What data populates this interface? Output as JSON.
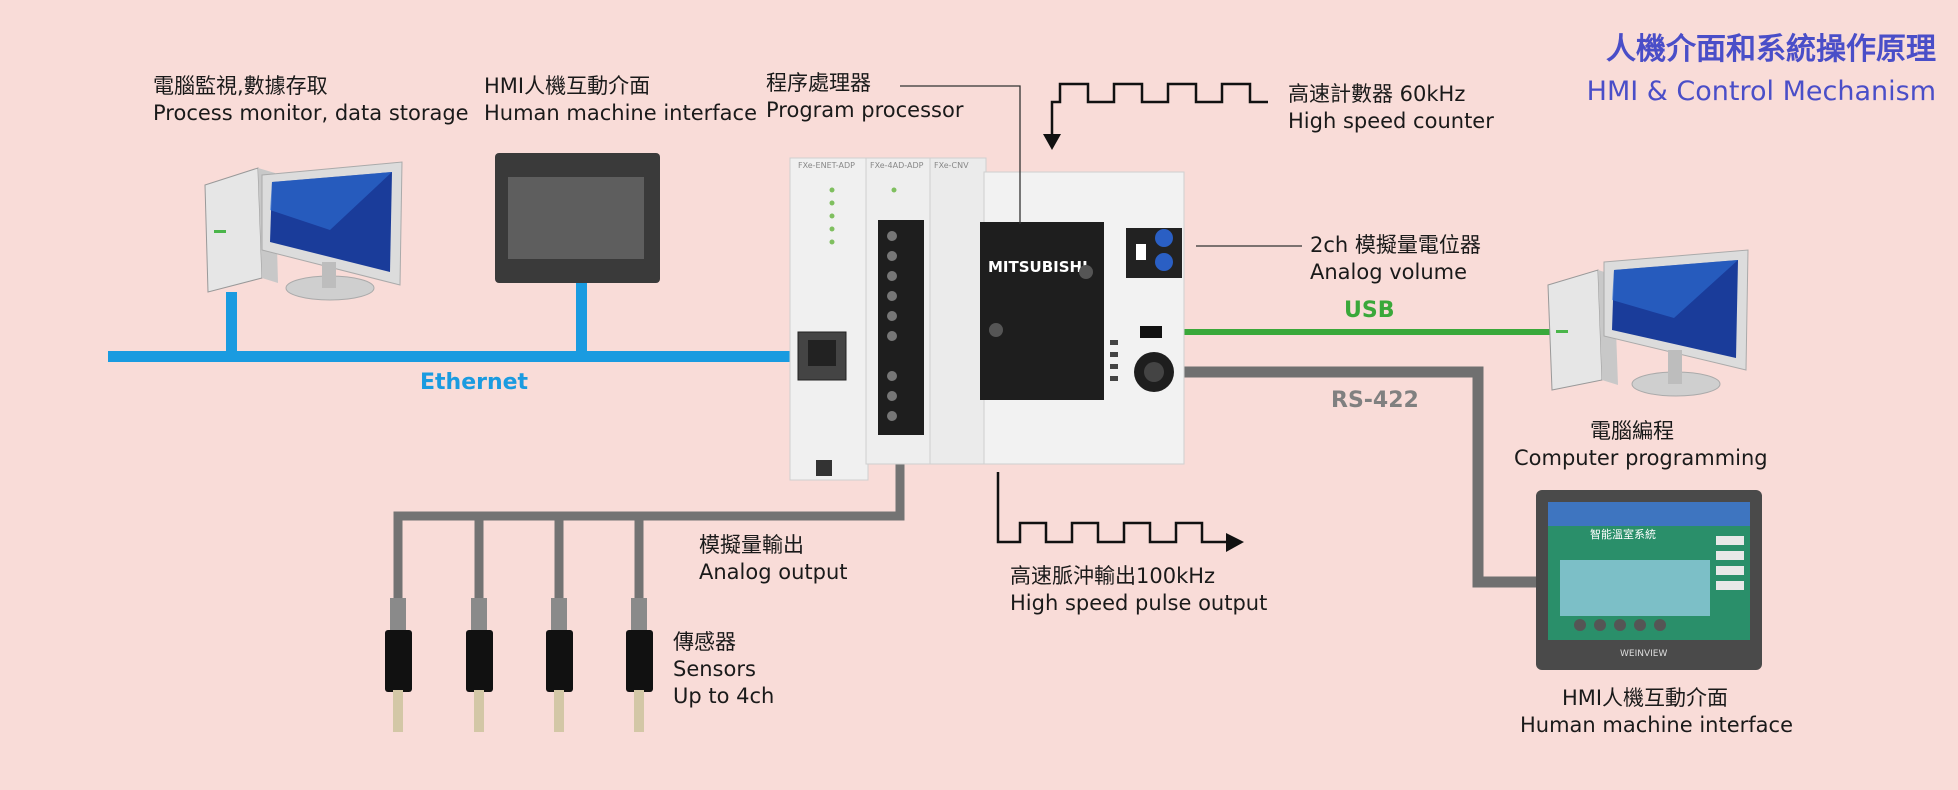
{
  "title": {
    "zh": "人機介面和系統操作原理",
    "en": "HMI & Control Mechanism"
  },
  "labels": {
    "pc_monitor": {
      "zh": "電腦監視,數據存取",
      "en": "Process monitor, data storage"
    },
    "hmi_top": {
      "zh": "HMI人機互動介面",
      "en": "Human machine interface"
    },
    "processor": {
      "zh": "程序處理器",
      "en": "Program processor"
    },
    "hs_counter": {
      "zh": "高速計數器 60kHz",
      "en": "High speed counter"
    },
    "analog_volume": {
      "zh": "2ch 模擬量電位器",
      "en": "Analog volume"
    },
    "pc_programming": {
      "zh": "電腦編程",
      "en": "Computer programming"
    },
    "hmi_bottom": {
      "zh": "HMI人機互動介面",
      "en": "Human machine interface"
    },
    "analog_output": {
      "zh": "模擬量輸出",
      "en": "Analog output"
    },
    "pulse_output": {
      "zh": "高速脈沖輸出100kHz",
      "en": "High speed pulse output"
    },
    "sensors": {
      "zh": "傳感器",
      "en": "Sensors",
      "en2": "Up to 4ch"
    }
  },
  "connections": {
    "ethernet": "Ethernet",
    "usb": "USB",
    "rs422": "RS-422"
  },
  "device_text": {
    "plc_brand": "MITSUBISHI",
    "hmi_screen_title": "智能溫室系統",
    "hmi_brand": "WEINVIEW"
  },
  "colors": {
    "background": "#f9dcd8",
    "ethernet": "#1a9be0",
    "usb": "#3aa83a",
    "rs422": "#707070",
    "title": "#4a4ec8"
  }
}
